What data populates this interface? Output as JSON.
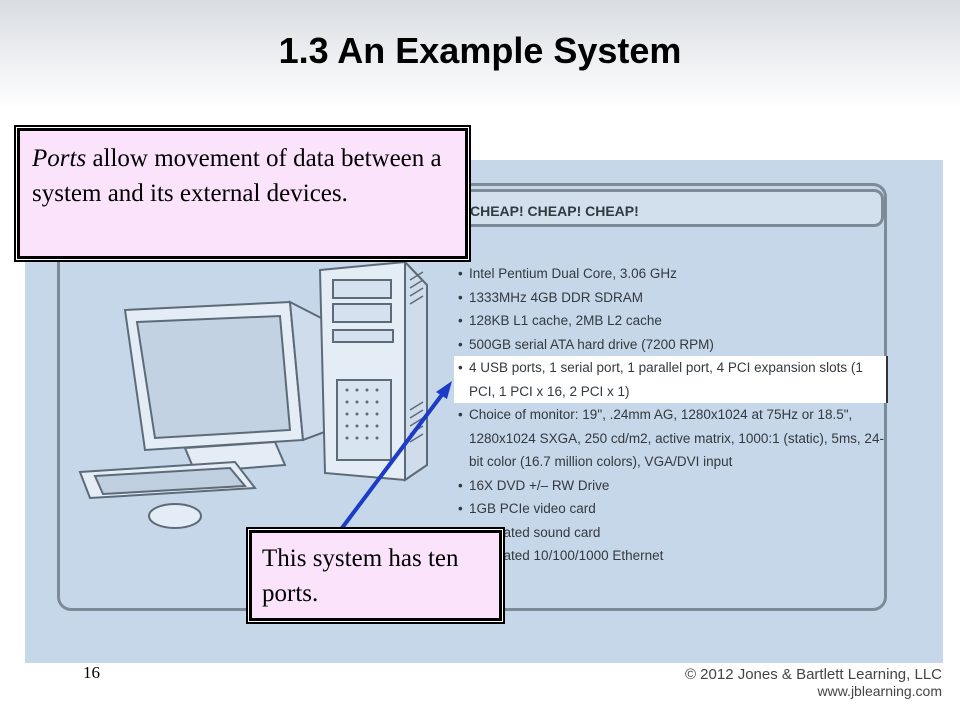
{
  "slide": {
    "title": "1.3 An Example System",
    "page_number": "16",
    "copyright_line1": "© 2012 Jones & Bartlett Learning, LLC",
    "copyright_line2": "www.jblearning.com"
  },
  "ad": {
    "header": "CHEAP! CHEAP! CHEAP!",
    "specs": [
      "Intel Pentium Dual Core, 3.06 GHz",
      "1333MHz 4GB DDR SDRAM",
      "128KB L1 cache, 2MB L2 cache",
      "500GB serial ATA hard drive (7200 RPM)",
      "4 USB ports, 1 serial port, 1 parallel port, 4 PCI expansion slots (1 PCI, 1 PCI x 16, 2 PCI x 1)",
      "Choice of monitor: 19\", .24mm AG, 1280x1024 at 75Hz or 18.5\", 1280x1024 SXGA, 250 cd/m2, active matrix, 1000:1 (static), 5ms, 24-bit color (16.7 million colors), VGA/DVI input",
      "16X DVD +/– RW Drive",
      "1GB PCIe video card",
      "Integrated sound card",
      "Integrated 10/100/1000 Ethernet"
    ]
  },
  "callouts": {
    "ports_term": "Ports",
    "ports_rest": " allow movement of data between a system and its external devices.",
    "ten_ports": "This system has ten ports."
  },
  "colors": {
    "panel": "#c5d7e8",
    "callout_fill": "#fbe4fb",
    "arrow": "#1c3cc8"
  }
}
